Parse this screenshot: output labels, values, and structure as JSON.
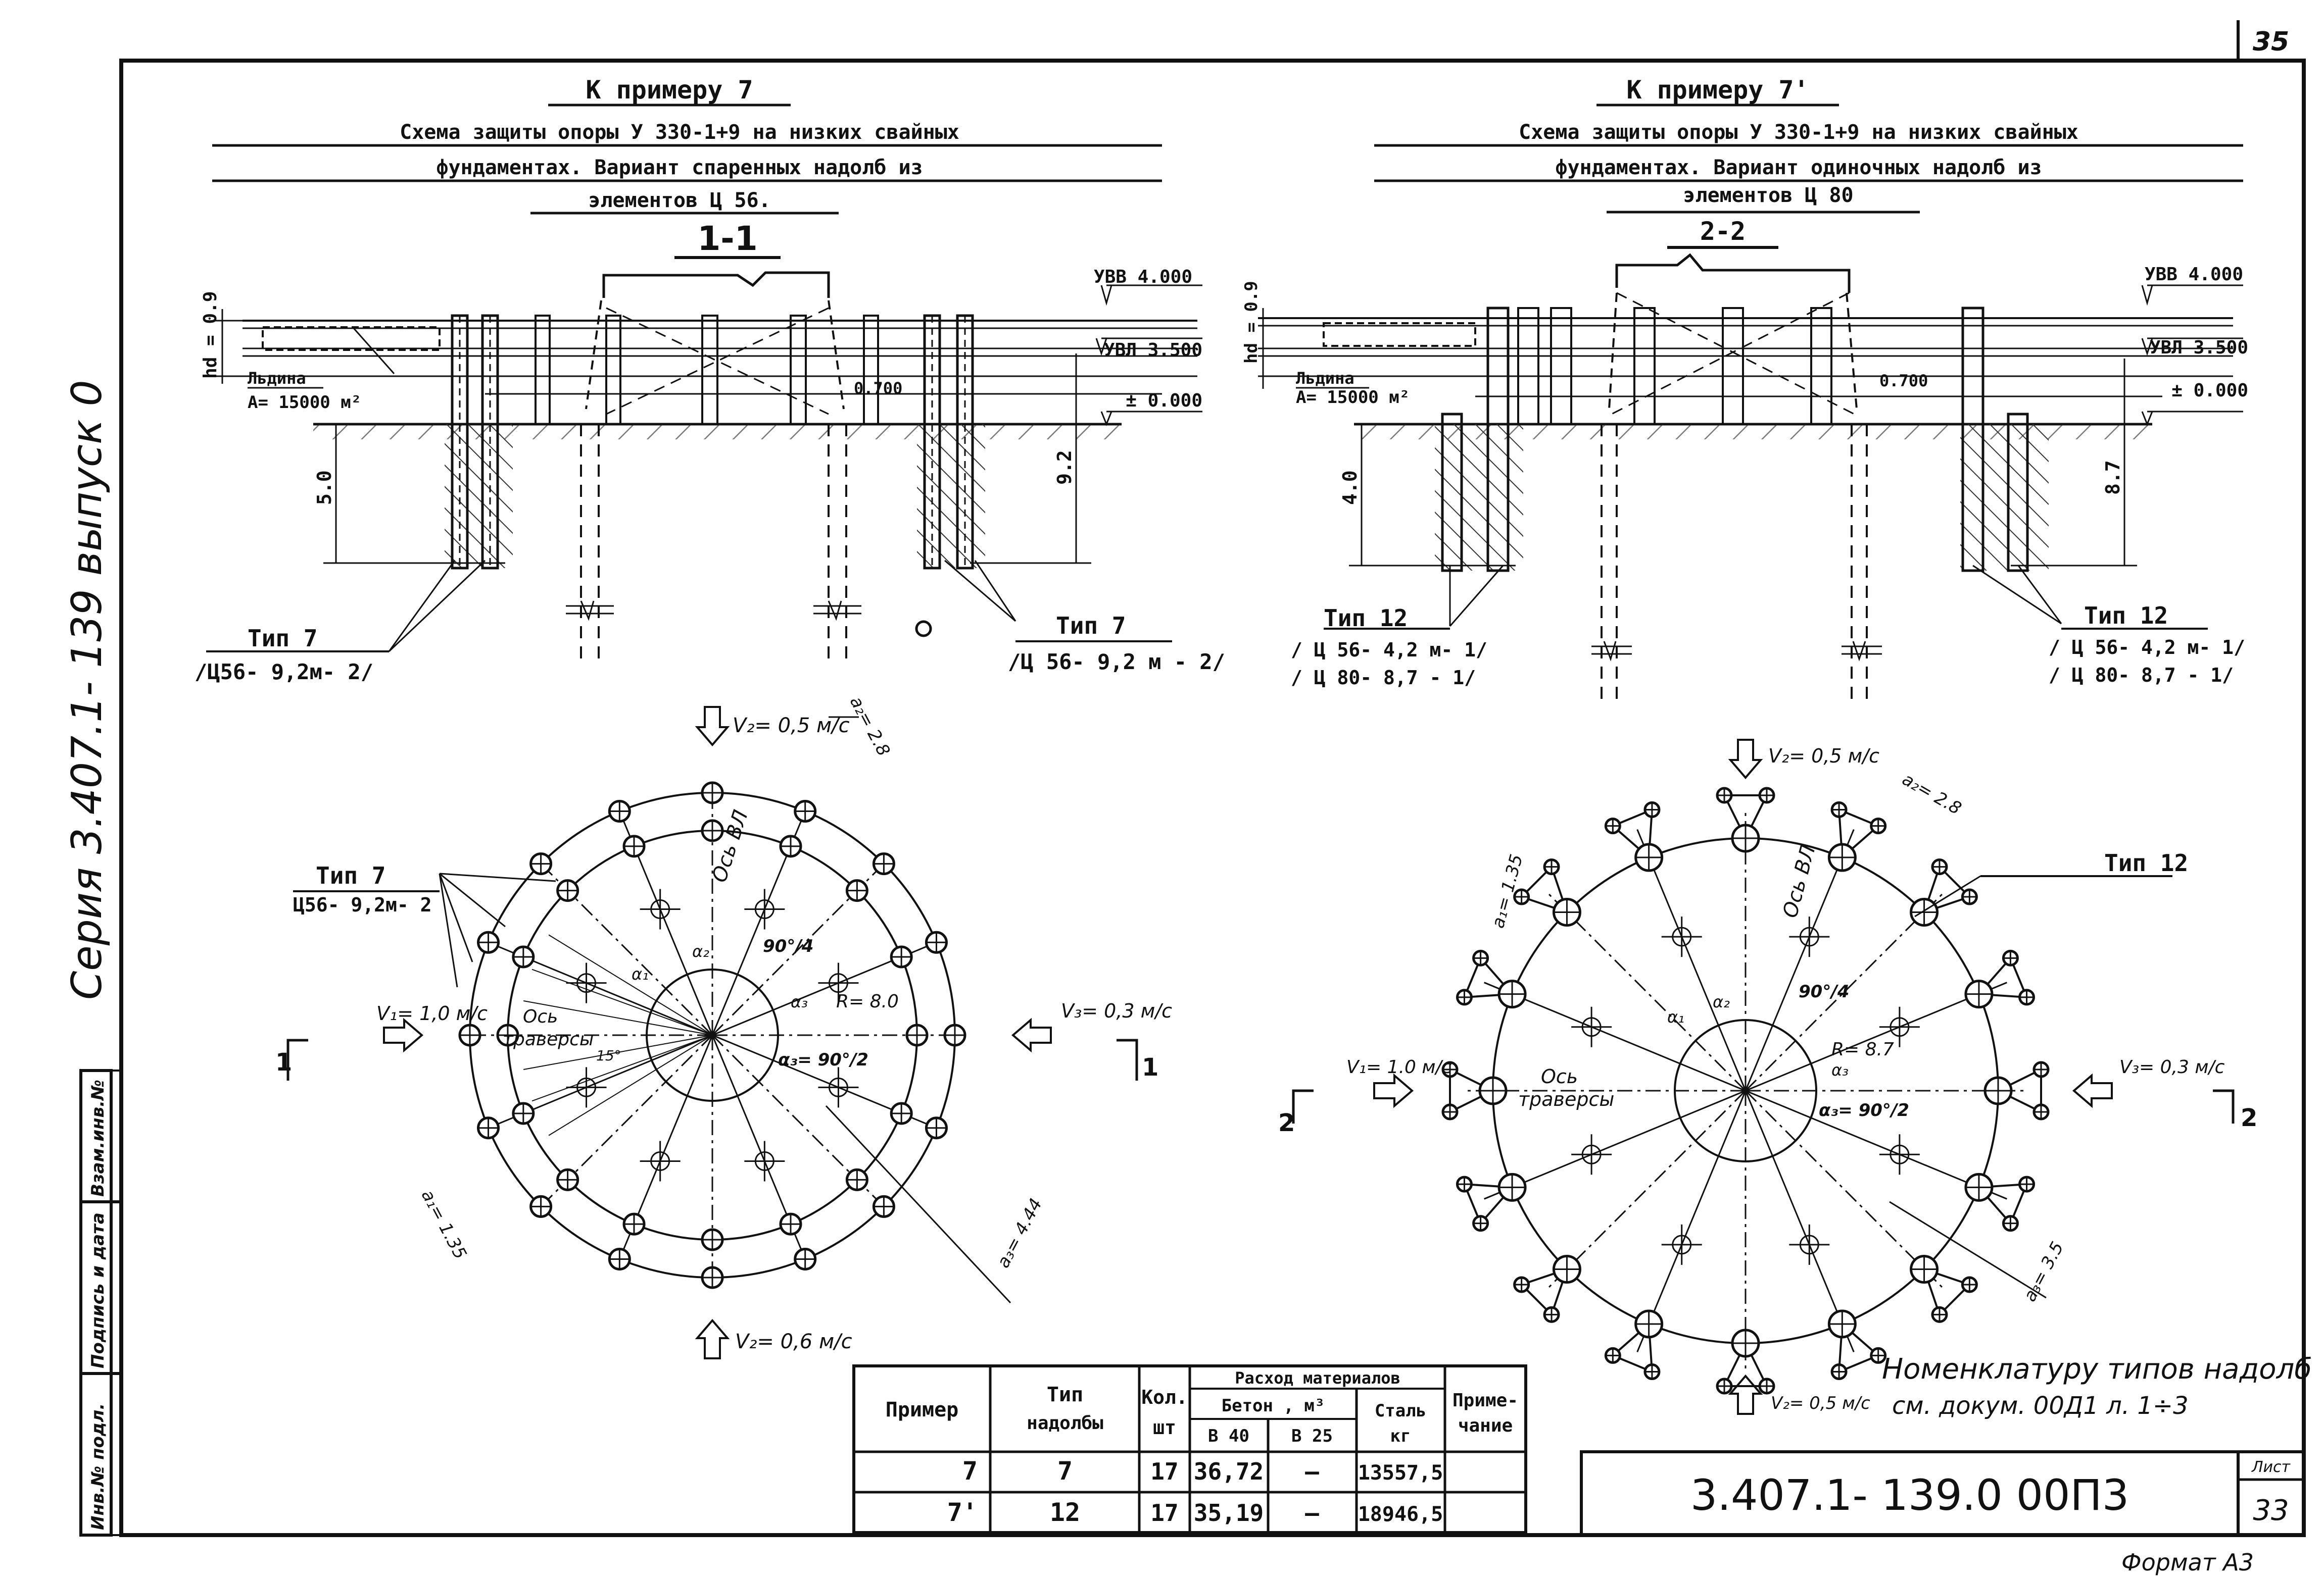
{
  "page_number": "35",
  "sheet_number_label": "Лист",
  "sheet_number": "33",
  "doc_code": "3.407.1- 139.0  00П3",
  "format_label": "Формат А3",
  "series_side": "Серия  3.407.1- 139  выпуск 0",
  "side_stamp": {
    "inv_podl": "Инв.№ подл.",
    "podpis_data": "Подпись и дата",
    "vzam_inv": "Взам.инв.№"
  },
  "left": {
    "example_title": "К  примеру  7",
    "caption_line1": "Схема защиты  опоры  У 330-1+9 на низких свайных",
    "caption_line2": "фундаментах.  Вариант  спаренных  надолб     из",
    "caption_line3": "элементов  Ц 56.",
    "section_label": "1-1",
    "ubv": "УВВ 4.000",
    "ubl": "УВЛ 3.500",
    "zero": "± 0.000",
    "hd": "hd = 0.9",
    "ice_label": "Льдина",
    "ice_area": "А= 15000 м²",
    "dim_0700": "0.700",
    "depth_left": "5.0",
    "depth_right": "9.2",
    "type_left": "Тип 7",
    "code_left": "/Ц56- 9,2м- 2/",
    "type_right": "Тип 7",
    "code_right": "/Ц 56- 9,2 м - 2/",
    "plan": {
      "type_label": "Тип 7",
      "type_code": "Ц56- 9,2м- 2",
      "v_top": "V₂= 0,5 м/с",
      "v_bottom": "V₂= 0,6 м/с",
      "v_left": "V₁= 1,0 м/с",
      "v_right": "V₃= 0,3 м/с",
      "a2": "a₂= 2.8",
      "a1": "a₁= 1.35",
      "a3": "a₃= 4.44",
      "radius": "R= 8.0",
      "axis": "Ось ВЛ",
      "axis_trav_1": "Ось",
      "axis_trav_2": "траверсы",
      "angle_15": "15°",
      "alpha_90_4": "90°/4",
      "alpha_90_2": "α₃= 90°/2",
      "a_small_1": "α₁",
      "a_small_2": "α₂",
      "a_small_3": "α₃",
      "cut": "1"
    }
  },
  "right": {
    "example_title": "К  примеру  7'",
    "caption_line1": "Схема  защиты  опоры  У 330-1+9 на низких свайных",
    "caption_line2": "фундаментах.  Вариант  одиночных  надолб      из",
    "caption_line3": "элементов  Ц 80",
    "section_label": "2-2",
    "ubv": "УВВ 4.000",
    "ubl": "УВЛ 3.500",
    "zero": "± 0.000",
    "hd": "hd = 0.9",
    "ice_label": "Льдина",
    "ice_area": "А= 15000 м²",
    "dim_0700": "0.700",
    "depth_left": "4.0",
    "depth_right": "8.7",
    "type_left": "Тип 12",
    "code_left_1": "/ Ц 56- 4,2 м- 1/",
    "code_left_2": "/ Ц 80- 8,7 - 1/",
    "type_right": "Тип 12",
    "code_right_1": "/ Ц 56- 4,2 м- 1/",
    "code_right_2": "/ Ц 80- 8,7 - 1/",
    "plan": {
      "type_label": "Тип 12",
      "v_top": "V₂= 0,5 м/с",
      "v_bottom": "V₂= 0,5 м/с",
      "v_left": "V₁= 1.0 м/с",
      "v_right": "V₃= 0,3 м/с",
      "a2": "a₂= 2.8",
      "a1": "a₁= 1.35",
      "a3": "a₃= 3.5",
      "radius": "R= 8.7",
      "axis": "Ось ВЛ",
      "axis_trav_1": "Ось",
      "axis_trav_2": "траверсы",
      "alpha_90_4": "90°/4",
      "alpha_90_2": "α₃= 90°/2",
      "a_small_1": "α₁",
      "a_small_2": "α₂",
      "a_small_3": "α₃",
      "cut": "2"
    }
  },
  "nomenclature_note_1": "Номенклатуру  типов  надолб",
  "nomenclature_note_2": "см. докум.  00Д1     л. 1÷3",
  "table": {
    "h_example": "Пример",
    "h_type_1": "Тип",
    "h_type_2": "надолбы",
    "h_qty_1": "Кол.",
    "h_qty_2": "шт",
    "h_consumption": "Расход материалов",
    "h_concrete": "Бетон , м³",
    "h_b40": "В 40",
    "h_b25": "В 25",
    "h_steel_1": "Сталь",
    "h_steel_2": "кг",
    "h_note_1": "Приме-",
    "h_note_2": "чание",
    "rows": [
      {
        "example": "7",
        "type": "7",
        "qty": "17",
        "b40": "36,72",
        "b25": "—",
        "steel": "13557,5",
        "note": ""
      },
      {
        "example": "7'",
        "type": "12",
        "qty": "17",
        "b40": "35,19",
        "b25": "—",
        "steel": "18946,5",
        "note": ""
      }
    ]
  }
}
